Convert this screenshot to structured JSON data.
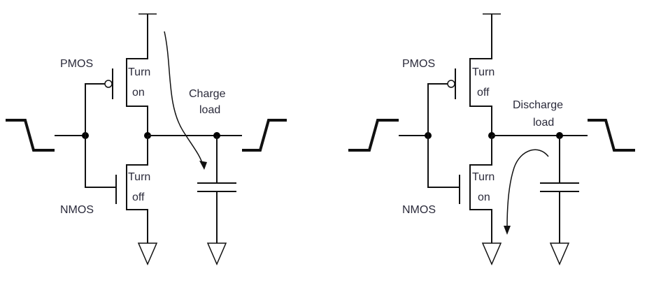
{
  "left_circuit": {
    "pmos_label": "PMOS",
    "nmos_label": "NMOS",
    "pmos_state_line1": "Turn",
    "pmos_state_line2": "on",
    "nmos_state_line1": "Turn",
    "nmos_state_line2": "off",
    "load_line1": "Charge",
    "load_line2": "load"
  },
  "right_circuit": {
    "pmos_label": "PMOS",
    "nmos_label": "NMOS",
    "pmos_state_line1": "Turn",
    "pmos_state_line2": "off",
    "nmos_state_line1": "Turn",
    "nmos_state_line2": "on",
    "load_line1": "Discharge",
    "load_line2": "load"
  }
}
